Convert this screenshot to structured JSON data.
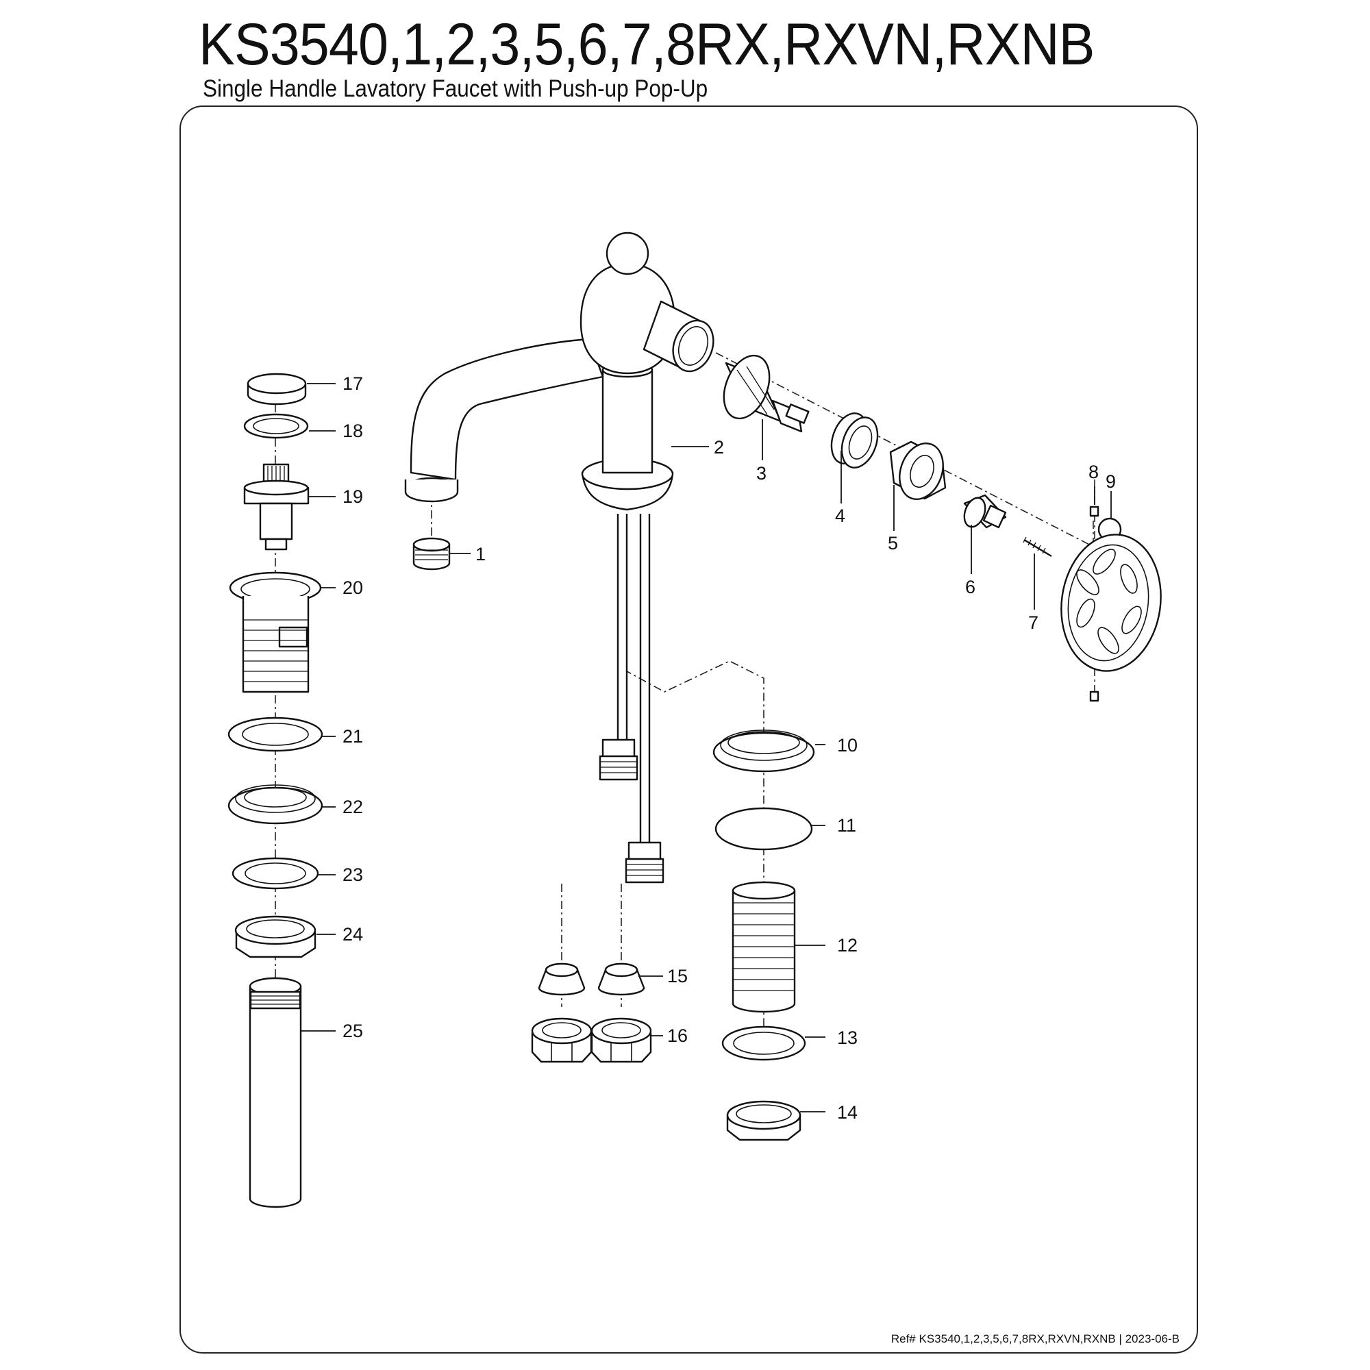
{
  "header": {
    "title": "KS3540,1,2,3,5,6,7,8RX,RXVN,RXNB",
    "subtitle": "Single Handle Lavatory Faucet with Push-up Pop-Up"
  },
  "footer": {
    "reference": "Ref# KS3540,1,2,3,5,6,7,8RX,RXVN,RXNB | 2023-06-B"
  },
  "callouts": [
    "1",
    "2",
    "3",
    "4",
    "5",
    "6",
    "7",
    "8",
    "9",
    "10",
    "11",
    "12",
    "13",
    "14",
    "15",
    "16",
    "17",
    "18",
    "19",
    "20",
    "21",
    "22",
    "23",
    "24",
    "25"
  ]
}
